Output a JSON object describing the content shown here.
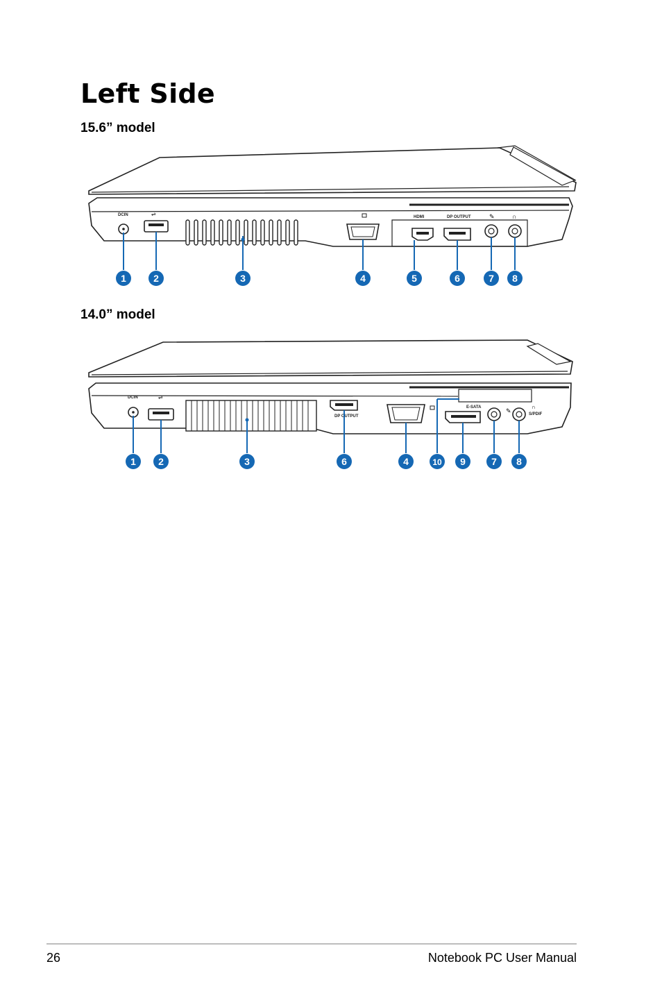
{
  "page": {
    "title": "Left Side",
    "footer": {
      "page_number": "26",
      "manual_title": "Notebook PC User Manual"
    }
  },
  "models": [
    {
      "label": "15.6” model",
      "port_labels": {
        "dcin": "DCIN",
        "hdmi": "HDMI",
        "dp": "DP OUTPUT"
      },
      "callouts": [
        "1",
        "2",
        "3",
        "4",
        "5",
        "6",
        "7",
        "8"
      ]
    },
    {
      "label": "14.0” model",
      "port_labels": {
        "dcin": "DCIN",
        "dp": "DP OUTPUT",
        "esata": "E-SATA",
        "spdif": "S/PDIF"
      },
      "callouts": [
        "1",
        "2",
        "3",
        "6",
        "4",
        "10",
        "9",
        "7",
        "8"
      ]
    }
  ],
  "colors": {
    "callout": "#1568b4",
    "outline": "#222222",
    "footer_rule": "#bdbdbd"
  }
}
